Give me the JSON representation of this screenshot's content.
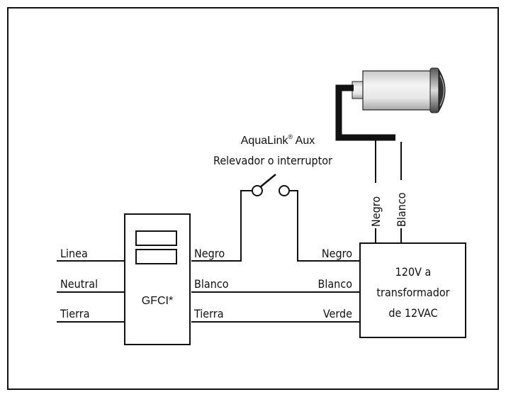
{
  "gfci": {
    "label": "GFCI*",
    "inputs": [
      "Linea",
      "Neutral",
      "Tierra"
    ]
  },
  "switch": {
    "line1": "AquaLink",
    "reg": "®",
    "line1_tail": " Aux",
    "line2": "Relevador o interruptor"
  },
  "wires": {
    "left": [
      "Negro",
      "Blanco",
      "Tierra"
    ],
    "right": [
      "Negro",
      "Blanco",
      "Verde"
    ],
    "light_leads": [
      "Negro",
      "Blanco"
    ]
  },
  "transformer": {
    "lines": [
      "120V a",
      "transformador",
      "de 12VAC"
    ]
  }
}
